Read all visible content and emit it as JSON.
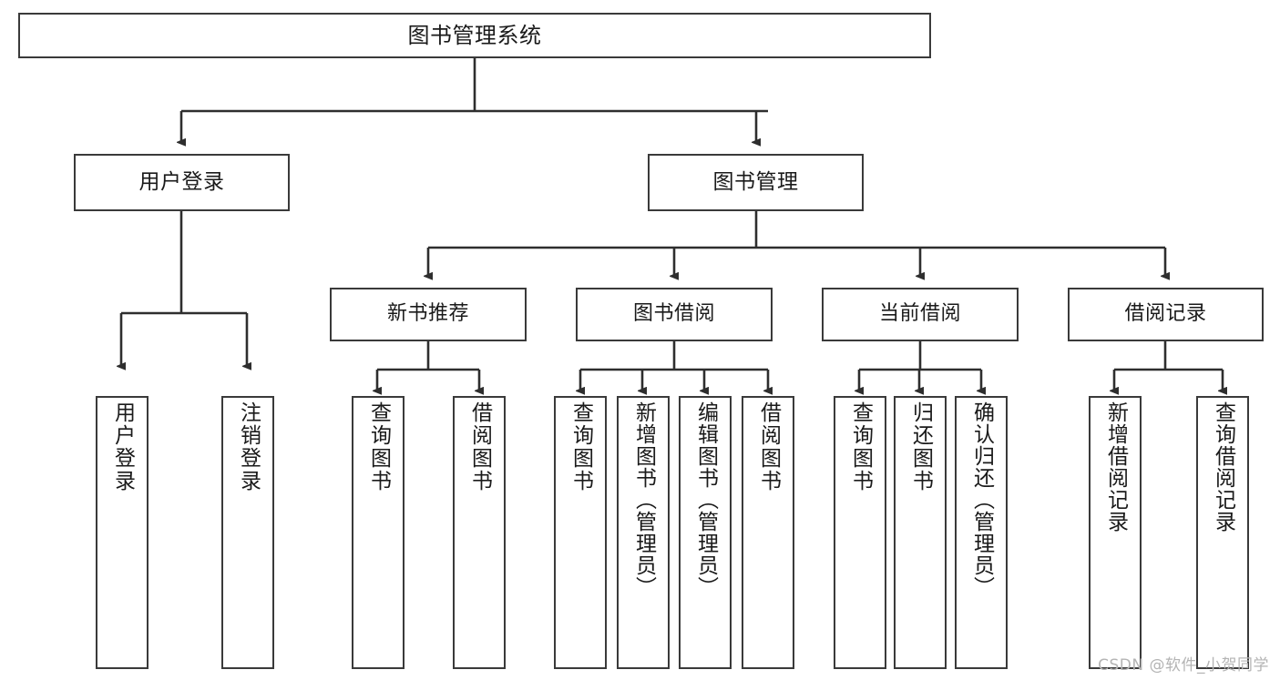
{
  "diagram": {
    "title": "图书管理系统",
    "type": "tree-hierarchy",
    "watermark": "CSDN @软件_小贺同学",
    "colors": {
      "stroke": "#3a3a3a",
      "fill": "#ffffff",
      "text": "#1a1a1a",
      "watermark": "#b4b4b4"
    }
  },
  "nodes": {
    "root": {
      "label": "图书管理系统"
    },
    "level2": [
      {
        "label": "用户登录"
      },
      {
        "label": "图书管理"
      }
    ],
    "level3": [
      {
        "label": "新书推荐"
      },
      {
        "label": "图书借阅"
      },
      {
        "label": "当前借阅"
      },
      {
        "label": "借阅记录"
      }
    ],
    "leaves": {
      "user_login": [
        {
          "label": "用户登录"
        },
        {
          "label": "注销登录"
        }
      ],
      "new_book_recommend": [
        {
          "label": "查询图书"
        },
        {
          "label": "借阅图书"
        }
      ],
      "book_borrow": [
        {
          "label": "查询图书"
        },
        {
          "label": "新增图书（管理员）"
        },
        {
          "label": "编辑图书（管理员）"
        },
        {
          "label": "借阅图书"
        }
      ],
      "current_borrow": [
        {
          "label": "查询图书"
        },
        {
          "label": "归还图书"
        },
        {
          "label": "确认归还（管理员）"
        }
      ],
      "borrow_record": [
        {
          "label": "新增借阅记录"
        },
        {
          "label": "查询借阅记录"
        }
      ]
    }
  }
}
